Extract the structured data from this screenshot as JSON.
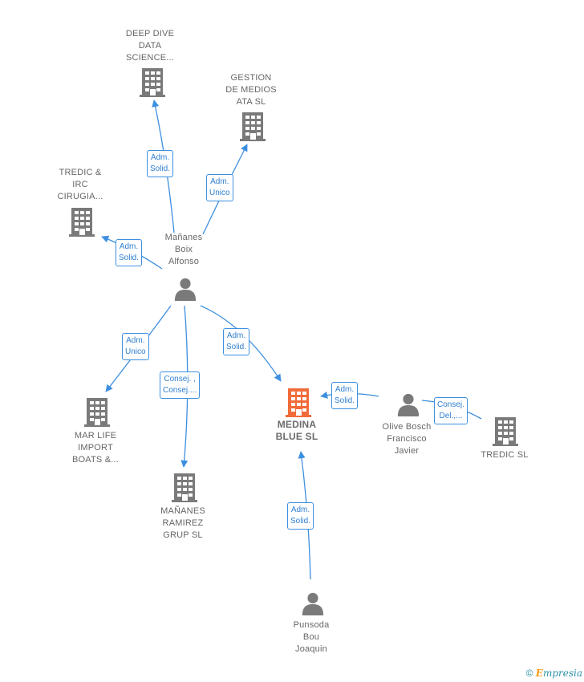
{
  "nodes": {
    "deep_dive": {
      "lines": [
        "DEEP DIVE",
        "DATA",
        "SCIENCE..."
      ]
    },
    "gestion": {
      "lines": [
        "GESTION",
        "DE MEDIOS",
        "ATA SL"
      ]
    },
    "tredic_irc": {
      "lines": [
        "TREDIC &",
        "IRC",
        "CIRUGIA..."
      ]
    },
    "manianes_boix": {
      "lines": [
        "Mañanes",
        "Boix",
        "Alfonso"
      ]
    },
    "mar_life": {
      "lines": [
        "MAR LIFE",
        "IMPORT",
        "BOATS &..."
      ]
    },
    "manianes_ramirez": {
      "lines": [
        "MAÑANES",
        "RAMIREZ",
        "GRUP SL"
      ]
    },
    "medina_blue": {
      "lines": [
        "MEDINA",
        "BLUE  SL"
      ]
    },
    "olive_bosch": {
      "lines": [
        "Olive Bosch",
        "Francisco",
        "Javier"
      ]
    },
    "tredic_sl": {
      "lines": [
        "TREDIC  SL"
      ]
    },
    "punsoda": {
      "lines": [
        "Punsoda",
        "Bou",
        "Joaquin"
      ]
    }
  },
  "edges": {
    "to_deep_dive": {
      "lines": [
        "Adm.",
        "Solid."
      ]
    },
    "to_gestion": {
      "lines": [
        "Adm.",
        "Unico"
      ]
    },
    "to_tredic_irc": {
      "lines": [
        "Adm.",
        "Solid."
      ]
    },
    "to_mar_life": {
      "lines": [
        "Adm.",
        "Unico"
      ]
    },
    "to_manianes_ramirez": {
      "lines": [
        "Consej. ,",
        "Consej...."
      ]
    },
    "mb_to_medina": {
      "lines": [
        "Adm.",
        "Solid."
      ]
    },
    "ob_to_medina": {
      "lines": [
        "Adm.",
        "Solid."
      ]
    },
    "ob_to_tredic": {
      "lines": [
        "Consej.",
        "Del.,..."
      ]
    },
    "pb_to_medina": {
      "lines": [
        "Adm.",
        "Solid."
      ]
    }
  },
  "colors": {
    "edge": "#3d8fe0",
    "company": "#7a7a7a",
    "main_company": "#f26b3a",
    "person": "#7a7a7a"
  },
  "footer": {
    "copyright": "©",
    "brand_first": "E",
    "brand_rest": "mpresia"
  }
}
